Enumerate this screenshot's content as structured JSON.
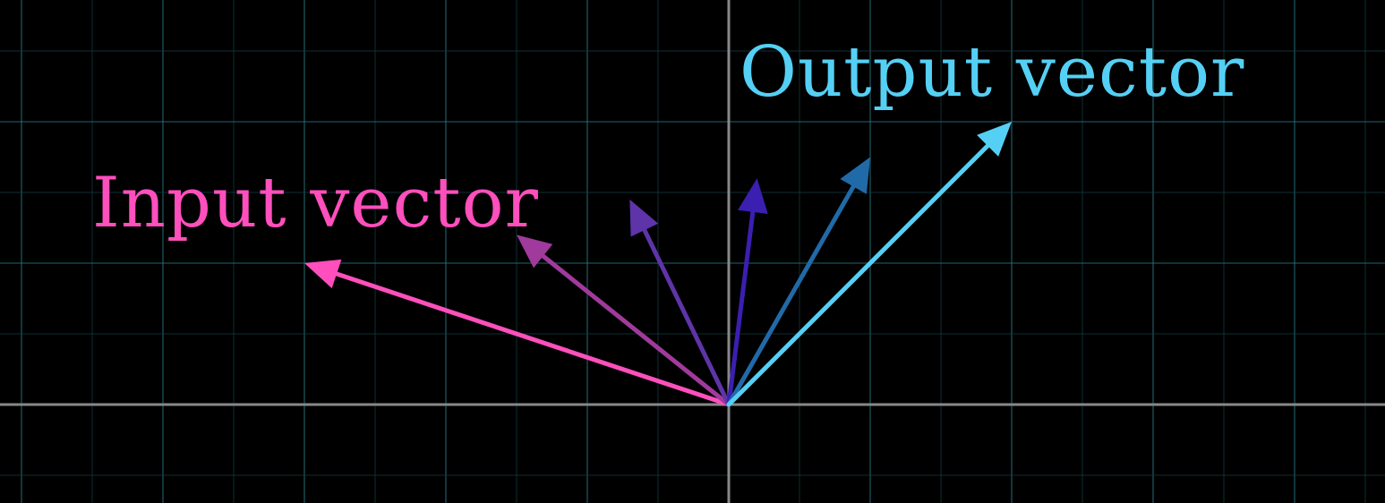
{
  "labels": {
    "input": "Input vector",
    "output": "Output vector"
  },
  "colors": {
    "background": "#000000",
    "grid_major": "#2a7a86",
    "grid_minor": "#123a42",
    "axis": "#888888",
    "input": "#ff4fbd",
    "output": "#55d0f5"
  },
  "vectors": [
    {
      "name": "input-vector",
      "color": "#ff4fbd",
      "x": -3,
      "y": 1
    },
    {
      "name": "intermediate-vector-1",
      "color": "#a03a9c",
      "x": -1.5,
      "y": 1.2
    },
    {
      "name": "intermediate-vector-2",
      "color": "#5e34a8",
      "x": -0.7,
      "y": 1.45
    },
    {
      "name": "intermediate-vector-3",
      "color": "#3a1fb0",
      "x": 0.2,
      "y": 1.6
    },
    {
      "name": "intermediate-vector-4",
      "color": "#216aa8",
      "x": 1.0,
      "y": 1.75
    },
    {
      "name": "output-vector",
      "color": "#55d0f5",
      "x": 2,
      "y": 2
    }
  ]
}
